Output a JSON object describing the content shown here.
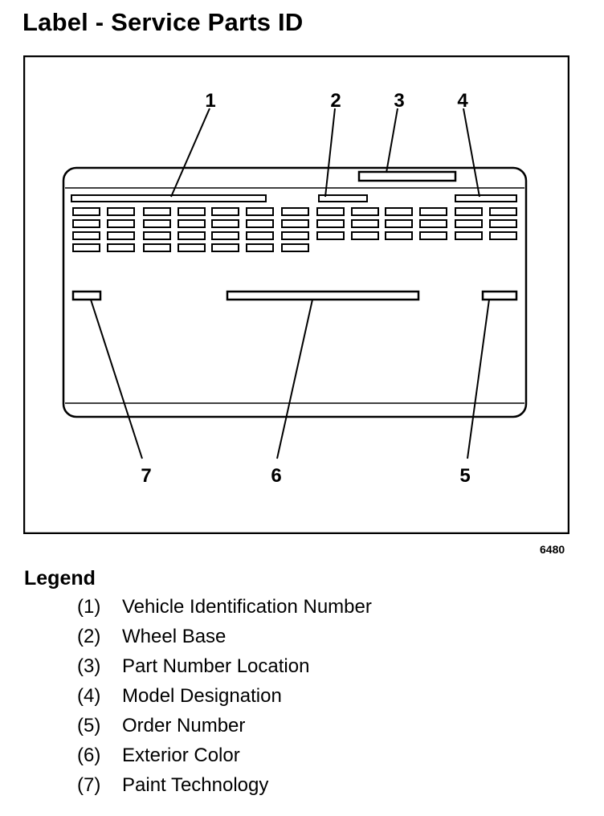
{
  "page": {
    "title": "Label - Service Parts ID",
    "figure_id": "6480"
  },
  "diagram": {
    "callouts": [
      "1",
      "2",
      "3",
      "4",
      "5",
      "6",
      "7"
    ]
  },
  "legend": {
    "title": "Legend",
    "items": [
      {
        "num": "(1)",
        "text": "Vehicle Identification Number"
      },
      {
        "num": "(2)",
        "text": "Wheel Base"
      },
      {
        "num": "(3)",
        "text": "Part Number Location"
      },
      {
        "num": "(4)",
        "text": "Model Designation"
      },
      {
        "num": "(5)",
        "text": "Order Number"
      },
      {
        "num": "(6)",
        "text": "Exterior Color"
      },
      {
        "num": "(7)",
        "text": "Paint Technology"
      }
    ]
  }
}
